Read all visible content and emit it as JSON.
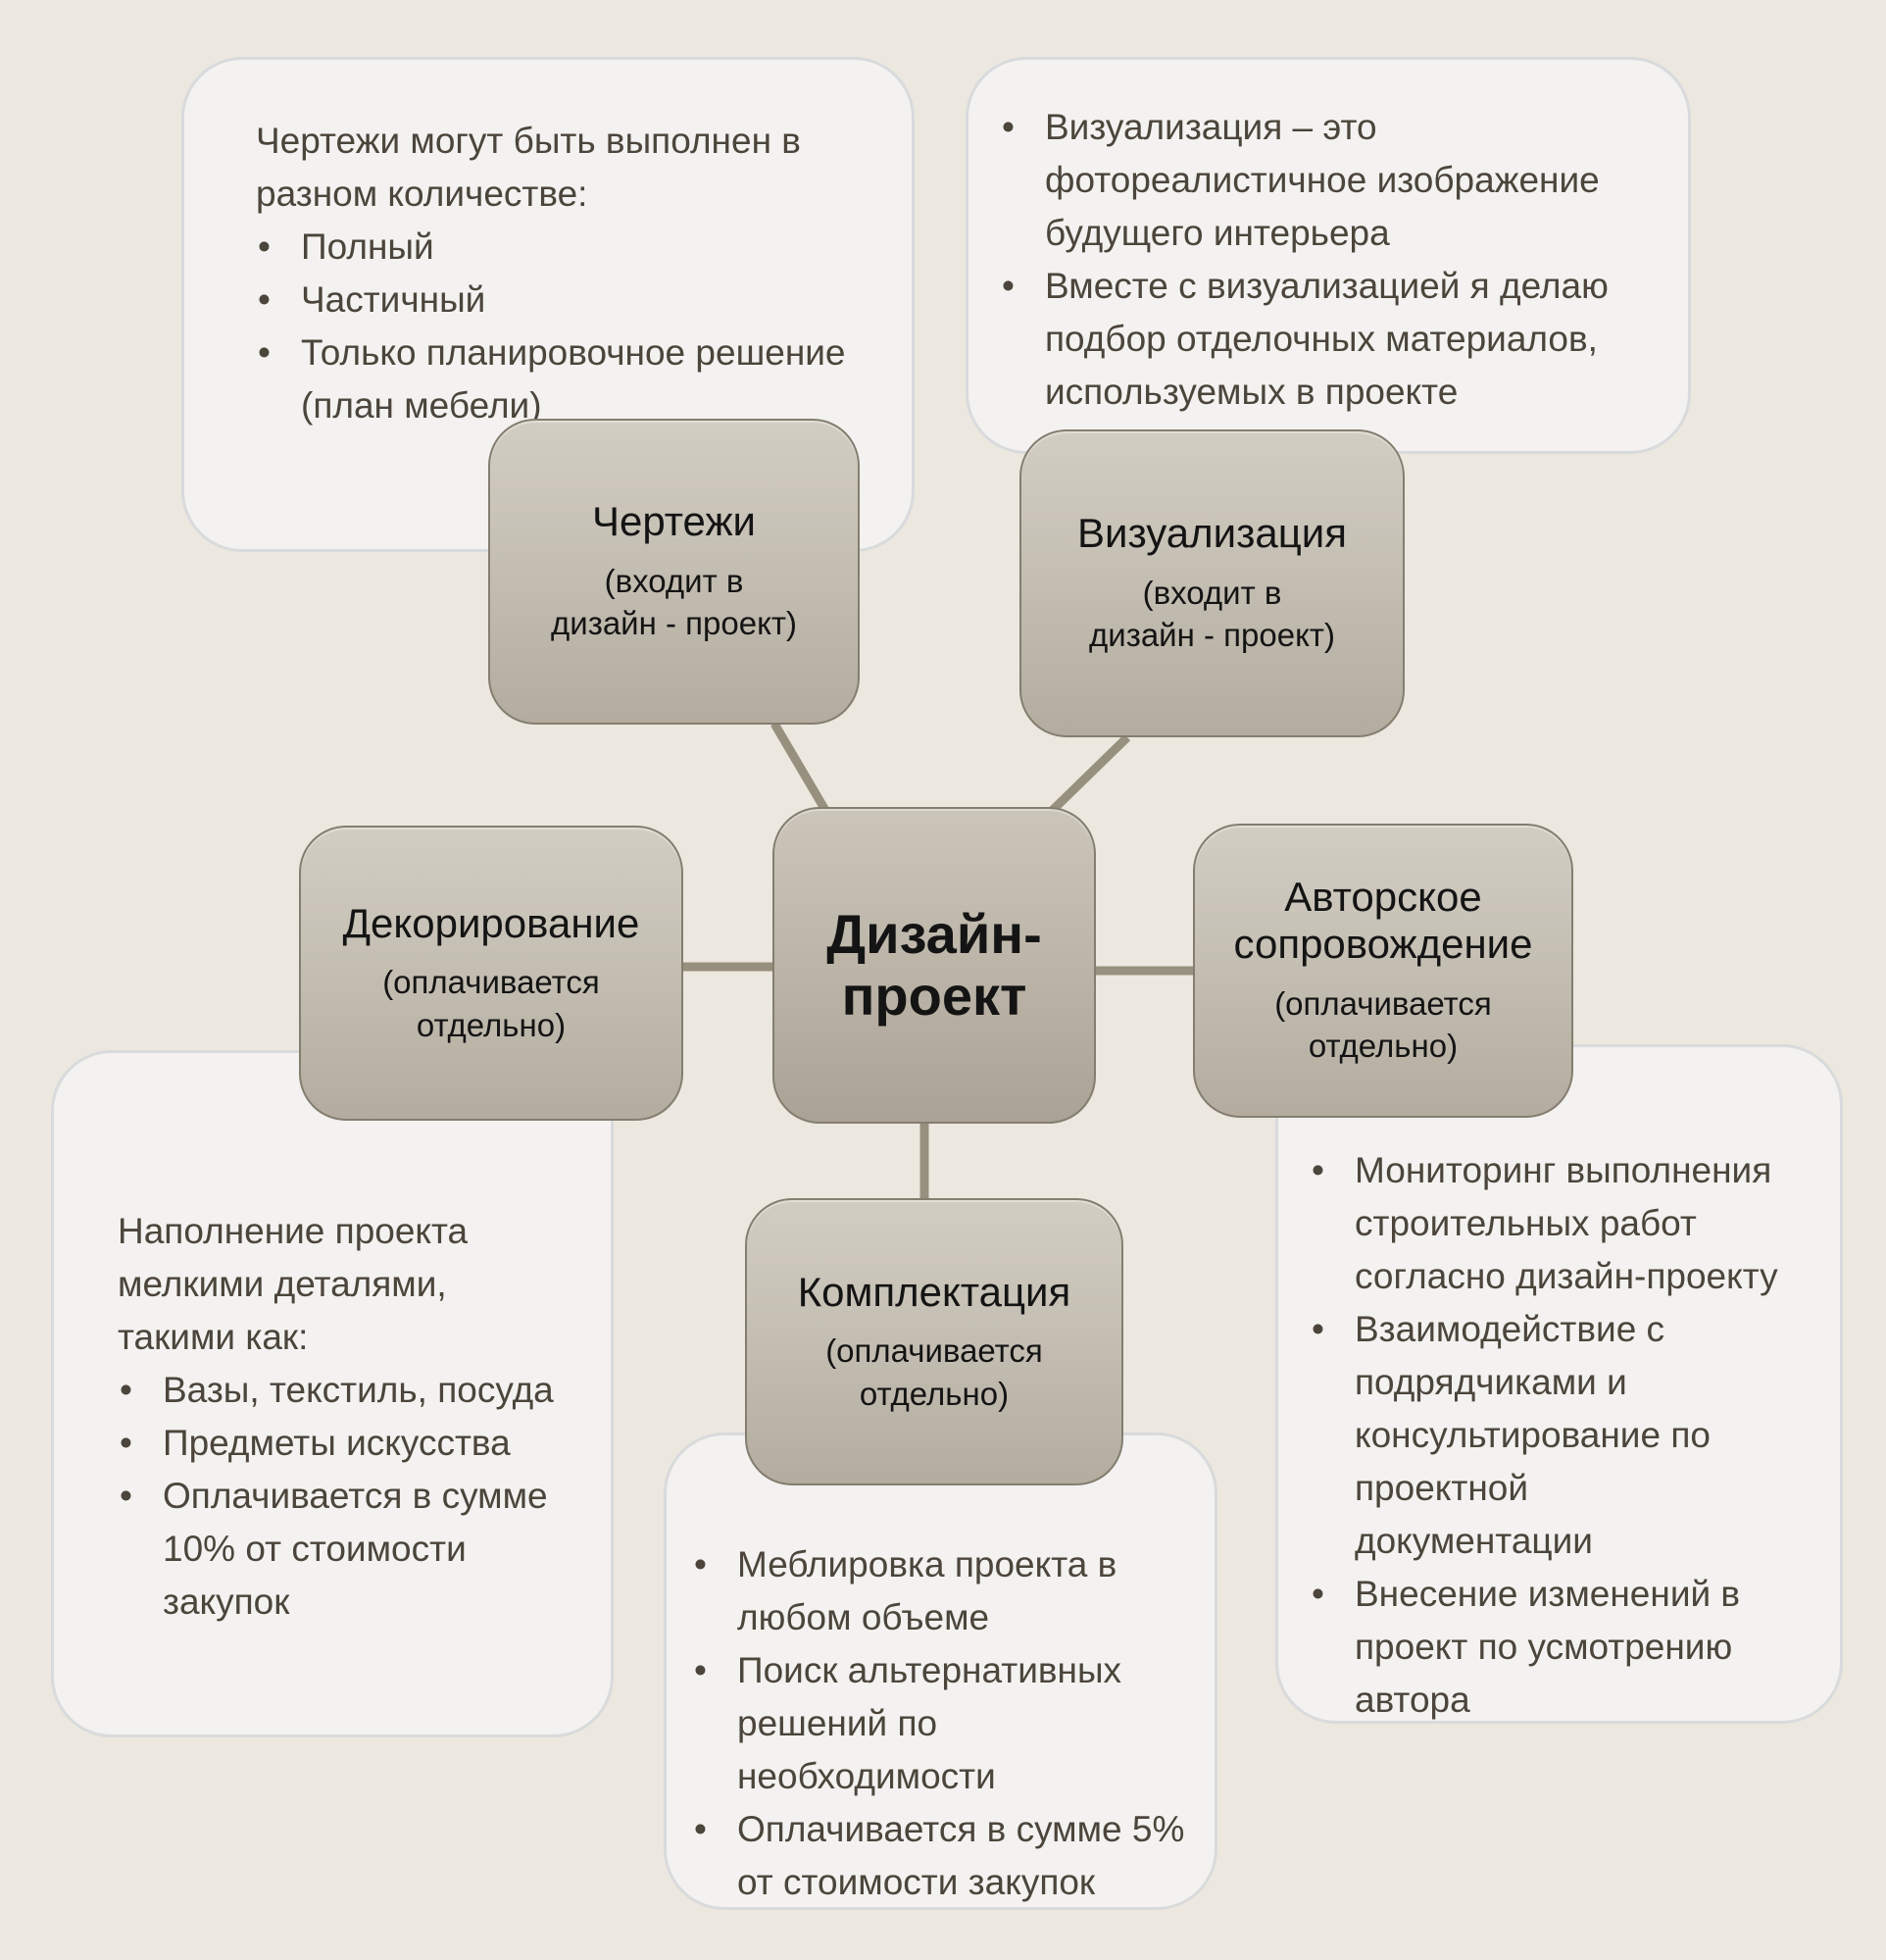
{
  "colors": {
    "background": "#ECE8DF",
    "callout_fill": "#F3F2F0",
    "callout_border": "#D9DADC",
    "node_fill_top": "#D2CDC3",
    "node_fill_bottom": "#B3AC9F",
    "node_border": "#847E70",
    "connector": "#97907E",
    "body_text": "#4B453B",
    "node_text": "#141414"
  },
  "diagram": {
    "center": {
      "title": "Дизайн-\nпроект"
    },
    "nodes": {
      "drawings": {
        "title": "Чертежи",
        "subtitle": "(входит в\nдизайн - проект)"
      },
      "visualization": {
        "title": "Визуализация",
        "subtitle": "(входит в\nдизайн - проект)"
      },
      "decoration": {
        "title": "Декорирование",
        "subtitle": "(оплачивается\nотдельно)"
      },
      "supervision": {
        "title": "Авторское\nсопровождение",
        "subtitle": "(оплачивается\nотдельно)"
      },
      "procurement": {
        "title": "Комплектация",
        "subtitle": "(оплачивается\nотдельно)"
      }
    },
    "callouts": {
      "drawings_note": {
        "intro": "Чертежи могут быть выполнен в\nразном количестве:",
        "bullets": [
          "Полный",
          "Частичный",
          "Только планировочное решение\n(план мебели)"
        ]
      },
      "visualization_note": {
        "bullets": [
          "Визуализация – это\nфотореалистичное изображение\nбудущего интерьера",
          "Вместе с визуализацией я делаю\nподбор отделочных материалов,\nиспользуемых в проекте"
        ]
      },
      "decoration_note": {
        "intro": "Наполнение проекта\nмелкими деталями,\nтакими как:",
        "bullets": [
          "Вазы, текстиль, посуда",
          "Предметы искусства",
          "Оплачивается в сумме\n10% от стоимости\nзакупок"
        ]
      },
      "procurement_note": {
        "bullets": [
          "Меблировка проекта в\nлюбом объеме",
          "Поиск альтернативных\nрешений по\nнеобходимости",
          "Оплачивается в сумме 5%\nот стоимости закупок"
        ]
      },
      "supervision_note": {
        "bullets": [
          "Мониторинг выполнения\nстроительных работ\nсогласно дизайн-проекту",
          "Взаимодействие с\nподрядчиками и\nконсультирование по\nпроектной\nдокументации",
          "Внесение изменений в\nпроект по усмотрению\nавтора"
        ]
      }
    }
  }
}
